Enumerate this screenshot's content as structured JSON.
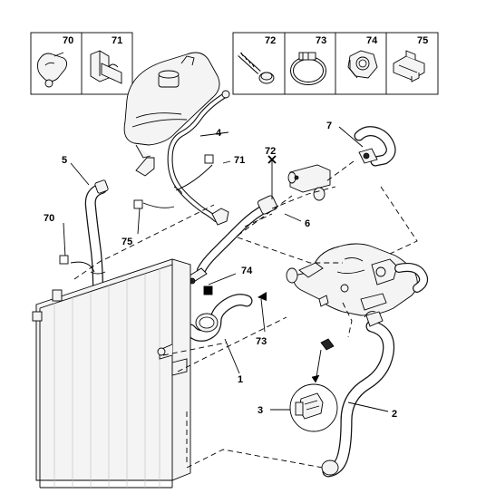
{
  "legend_boxes": [
    {
      "number": "70",
      "icon": "clip-icon"
    },
    {
      "number": "71",
      "icon": "hose-bracket-icon"
    },
    {
      "number": "72",
      "icon": "bolt-icon"
    },
    {
      "number": "73",
      "icon": "hose-clamp-icon"
    },
    {
      "number": "74",
      "icon": "hex-nut-icon"
    },
    {
      "number": "75",
      "icon": "clip-holder-icon"
    }
  ],
  "callouts": {
    "c1": "1",
    "c2": "2",
    "c3": "3",
    "c4": "4",
    "c5": "5",
    "c6": "6",
    "c7": "7",
    "c70": "70",
    "c71": "71",
    "c72": "72",
    "c73": "73",
    "c74": "74",
    "c75": "75"
  },
  "colors": {
    "line": "#000000",
    "background": "#ffffff"
  }
}
